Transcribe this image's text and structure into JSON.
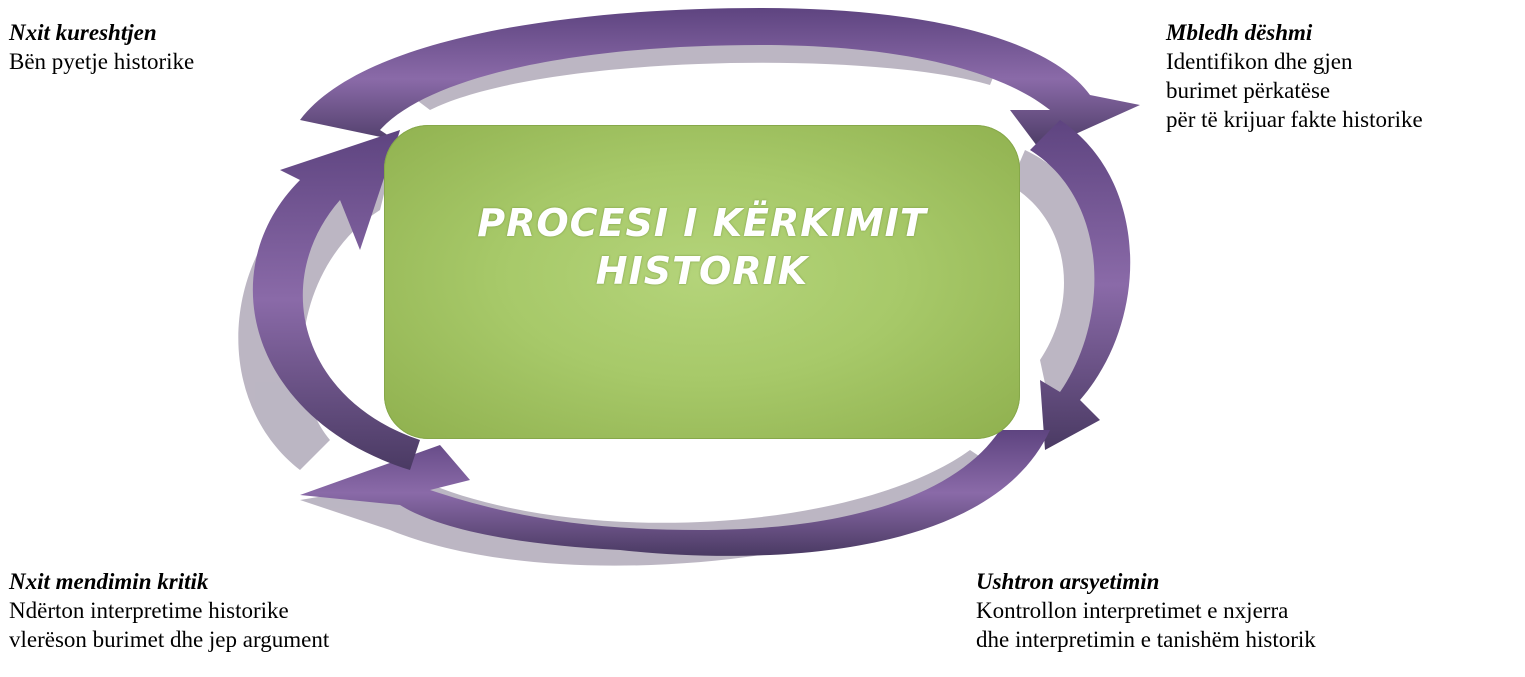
{
  "diagram": {
    "center": {
      "title_line1": "PROCESI I KËRKIMIT",
      "title_line2": "HISTORIK",
      "fill_color": "#a7c969"
    },
    "arrow_color": "#7a5a98",
    "arrow_dark_color": "#4a3a63",
    "arrow_shadow_color": "#a59eaf",
    "captions": {
      "top_left": {
        "heading": "Nxit kureshtjen",
        "lines": [
          "Bën pyetje historike"
        ]
      },
      "top_right": {
        "heading": "Mbledh dëshmi",
        "lines": [
          "Identifikon dhe gjen",
          "burimet përkatëse",
          "për të krijuar fakte historike"
        ]
      },
      "bottom_left": {
        "heading": "Nxit mendimin kritik",
        "lines": [
          "Ndërton interpretime historike",
          "vlerëson burimet dhe jep argument"
        ]
      },
      "bottom_right": {
        "heading": "Ushtron arsyetimin",
        "lines": [
          "Kontrollon interpretimet e nxjerra",
          "dhe interpretimin e tanishëm historik"
        ]
      }
    }
  }
}
